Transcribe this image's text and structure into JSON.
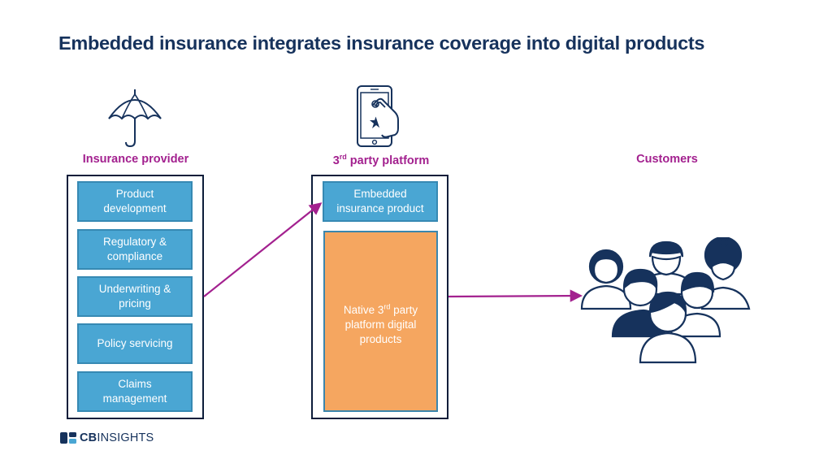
{
  "title": "Embedded insurance integrates insurance coverage into digital products",
  "columns": {
    "provider": {
      "label": "Insurance provider",
      "icon": "umbrella-icon"
    },
    "platform": {
      "label_pre": "3",
      "label_sup": "rd",
      "label_post": " party platform",
      "icon": "smartphone-touch-icon"
    },
    "customers": {
      "label": "Customers",
      "icon": "people-group-icon"
    }
  },
  "provider_boxes": [
    {
      "line1": "Product",
      "line2": "development"
    },
    {
      "line1": "Regulatory &",
      "line2": "compliance"
    },
    {
      "line1": "Underwriting &",
      "line2": "pricing"
    },
    {
      "line1": "Policy servicing",
      "line2": ""
    },
    {
      "line1": "Claims",
      "line2": "management"
    }
  ],
  "platform_boxes": {
    "embedded": {
      "line1": "Embedded",
      "line2": "insurance product"
    },
    "native": {
      "pre": "Native 3",
      "sup": "rd",
      "post": " party",
      "line2": "platform digital",
      "line3": "products"
    }
  },
  "logo": {
    "bold": "CB",
    "rest": "INSIGHTS",
    "icon": "cb-insights-logo-icon"
  },
  "colors": {
    "title": "#16325c",
    "label": "#a3218f",
    "box_blue": "#4aa6d3",
    "box_orange": "#f5a660",
    "arrow": "#a3218f",
    "icon_navy": "#16325c"
  }
}
